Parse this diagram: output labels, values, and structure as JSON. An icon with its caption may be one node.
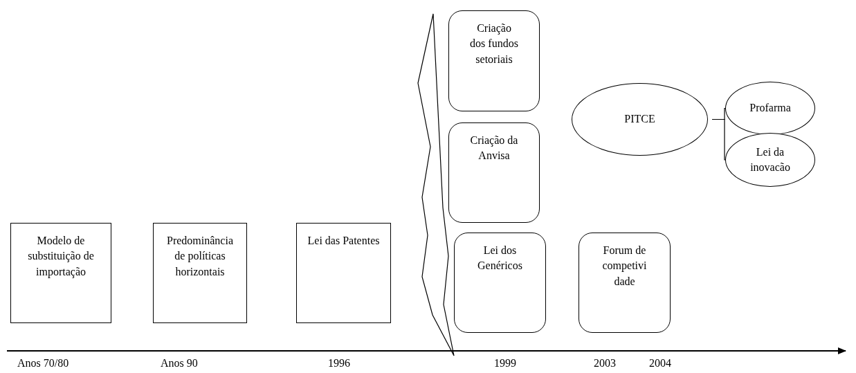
{
  "diagram": {
    "nodes": [
      {
        "text": [
          "Modelo de substituição de importação"
        ]
      },
      {
        "text": [
          "Predominância de políticas horizontais"
        ]
      },
      {
        "text": [
          "Lei das Patentes"
        ]
      },
      {
        "text": [
          "Criação dos fundos setoriais"
        ]
      },
      {
        "text": [
          "Criação da Anvisa"
        ]
      },
      {
        "text": [
          "Lei dos Genéricos"
        ]
      },
      {
        "text": [
          "Forum de competivi dade"
        ]
      },
      {
        "text": [
          "PITCE"
        ]
      },
      {
        "text": [
          "Profarma"
        ]
      },
      {
        "text": [
          "Lei da inovacão"
        ]
      }
    ],
    "edges": [
      {
        "from": 7,
        "to": 8,
        "arrow": "none"
      },
      {
        "from": 7,
        "to": 9,
        "arrow": "none"
      }
    ],
    "labels": [
      "Anos 70/80",
      "Anos 90",
      "1996",
      "1999",
      "2003",
      "2004"
    ]
  }
}
